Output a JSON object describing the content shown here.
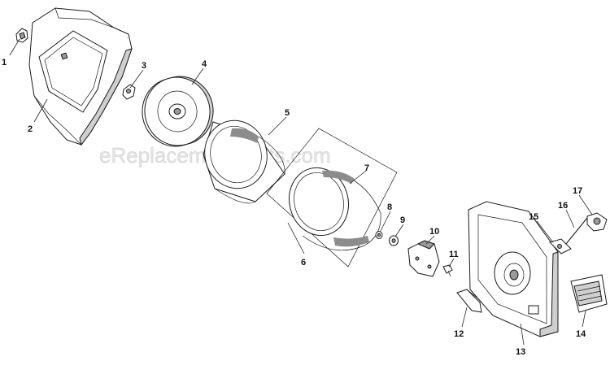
{
  "watermark": "eReplacementParts.com",
  "callouts": [
    "1",
    "2",
    "3",
    "4",
    "5",
    "6",
    "7",
    "8",
    "9",
    "10",
    "11",
    "12",
    "13",
    "14",
    "15",
    "16",
    "17"
  ]
}
